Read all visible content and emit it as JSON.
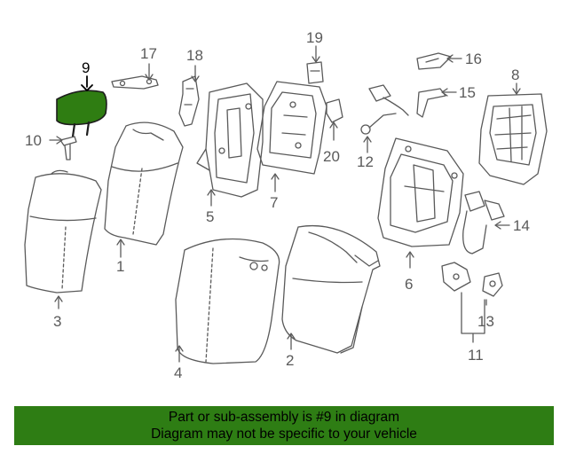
{
  "colors": {
    "highlight": "#2f7d12",
    "banner": "#2e7d14",
    "line": "#5a5a5a"
  },
  "diagram": {
    "highlighted_part": "9",
    "callouts": {
      "c1": "1",
      "c2": "2",
      "c3": "3",
      "c4": "4",
      "c5": "5",
      "c6": "6",
      "c7": "7",
      "c8": "8",
      "c9": "9",
      "c10": "10",
      "c11": "11",
      "c12": "12",
      "c13": "13",
      "c14": "14",
      "c15": "15",
      "c16": "16",
      "c17": "17",
      "c18": "18",
      "c19": "19",
      "c20": "20"
    }
  },
  "banner": {
    "line1": "Part or sub-assembly is #9 in diagram",
    "line2": "Diagram may not be specific to your vehicle"
  }
}
